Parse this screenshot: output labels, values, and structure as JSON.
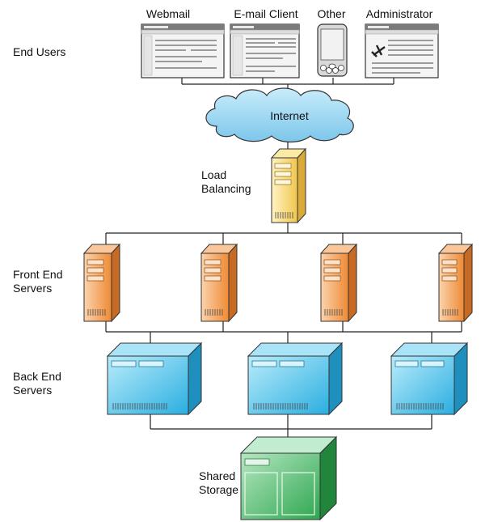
{
  "tiers": {
    "end_users": "End Users",
    "load_balancing": "Load Balancing",
    "front_end_servers": "Front End Servers",
    "back_end_servers": "Back End Servers",
    "shared_storage": "Shared Storage"
  },
  "clients": [
    {
      "label": "Webmail",
      "icon": "browser-window-icon"
    },
    {
      "label": "E-mail Client",
      "icon": "email-client-window-icon"
    },
    {
      "label": "Other",
      "icon": "handheld-device-icon"
    },
    {
      "label": "Administrator",
      "icon": "admin-window-icon"
    }
  ],
  "cloud": {
    "label": "Internet",
    "icon": "cloud-icon"
  },
  "server_counts": {
    "front_end": 4,
    "back_end": 3
  },
  "colors": {
    "load_balancer": "#f3d46a",
    "front_end": "#f29a4c",
    "back_end": "#3fb7e3",
    "storage": "#3bb45a",
    "cloud": "#8fd0ee"
  }
}
